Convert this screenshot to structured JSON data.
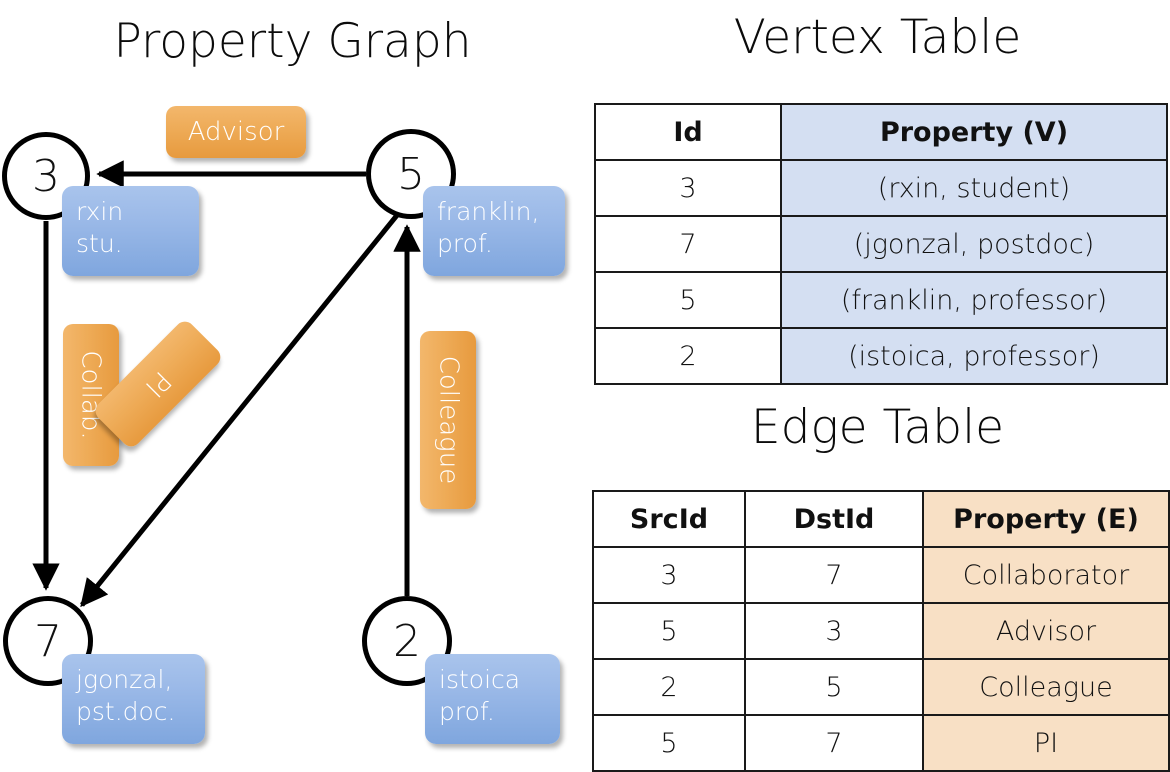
{
  "titles": {
    "property_graph": "Property Graph",
    "vertex_table": "Vertex Table",
    "edge_table": "Edge Table"
  },
  "graph": {
    "nodes": [
      {
        "id": "3",
        "label_line1": "rxin",
        "label_line2": "stu."
      },
      {
        "id": "5",
        "label_line1": "franklin,",
        "label_line2": "prof."
      },
      {
        "id": "7",
        "label_line1": "jgonzal,",
        "label_line2": "pst.doc."
      },
      {
        "id": "2",
        "label_line1": "istoica",
        "label_line2": "prof."
      }
    ],
    "edge_labels": {
      "advisor": "Advisor",
      "collab": "Collab.",
      "pi": "PI",
      "colleague": "Colleague"
    }
  },
  "vertex_table": {
    "headers": [
      "Id",
      "Property (V)"
    ],
    "rows": [
      {
        "id": "3",
        "property": "(rxin, student)"
      },
      {
        "id": "7",
        "property": "(jgonzal, postdoc)"
      },
      {
        "id": "5",
        "property": "(franklin, professor)"
      },
      {
        "id": "2",
        "property": "(istoica, professor)"
      }
    ]
  },
  "edge_table": {
    "headers": [
      "SrcId",
      "DstId",
      "Property (E)"
    ],
    "rows": [
      {
        "src": "3",
        "dst": "7",
        "property": "Collaborator"
      },
      {
        "src": "5",
        "dst": "3",
        "property": "Advisor"
      },
      {
        "src": "2",
        "dst": "5",
        "property": "Colleague"
      },
      {
        "src": "5",
        "dst": "7",
        "property": "PI"
      }
    ]
  },
  "colors": {
    "vertex_property_fill": "#d4dff2",
    "edge_property_fill": "#f8e0c5",
    "node_box_blue": "#9cbae8",
    "edge_label_orange": "#eeab57",
    "stroke": "#000000"
  }
}
